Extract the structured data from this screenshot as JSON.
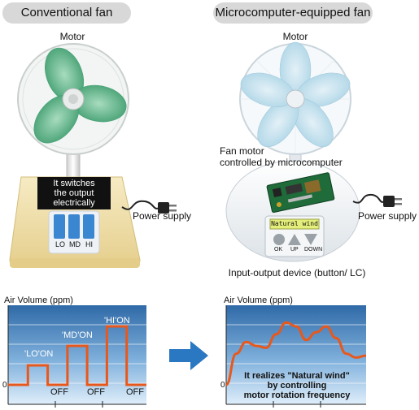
{
  "headers": {
    "left": "Conventional fan",
    "right": "Microcomputer-equipped fan"
  },
  "left_fan": {
    "motor_label": "Motor",
    "switch_text": [
      "It switches",
      "the output",
      "electrically"
    ],
    "buttons": [
      "LO",
      "MD",
      "HI"
    ],
    "power_label": "Power supply"
  },
  "right_fan": {
    "motor_label": "Motor",
    "controller_label": [
      "Fan motor",
      "controlled by microcomputer"
    ],
    "display_text": "Natural wind",
    "buttons": [
      "OK",
      "UP",
      "DOWN"
    ],
    "power_label": "Power supply",
    "device_label": "Input-output device (button/ LC)"
  },
  "colors": {
    "fan_green": "#5db98a",
    "fan_blue": "#a9d3e6",
    "base": "#f1dfa8",
    "chart_top": "#2f6aa7",
    "chart_bottom": "#cfe3f4",
    "line": "#e8581c",
    "arrow": "#2b78c2"
  },
  "chart_data": [
    {
      "type": "line",
      "ylabel": "Air Volume (ppm)",
      "zero_label": "0",
      "step": true,
      "x": [
        0,
        1,
        1,
        2,
        2,
        3,
        3,
        4,
        4,
        5,
        5,
        6,
        6,
        7
      ],
      "y": [
        0,
        0,
        1,
        1,
        0,
        0,
        2,
        2,
        0,
        0,
        3,
        3,
        0,
        0
      ],
      "on_labels": [
        "'LO'ON",
        "'MD'ON",
        "'HI'ON"
      ],
      "off_labels": [
        "OFF",
        "OFF",
        "OFF"
      ]
    },
    {
      "type": "line",
      "ylabel": "Air Volume (ppm)",
      "zero_label": "0",
      "x": [
        0,
        0.5,
        1,
        1.5,
        2,
        2.5,
        3,
        3.5,
        4,
        4.5,
        5,
        5.5,
        6,
        6.5,
        7
      ],
      "y": [
        0,
        1.6,
        2.2,
        2.0,
        1.9,
        2.6,
        3.2,
        3.0,
        2.3,
        2.7,
        3.0,
        2.4,
        1.6,
        1.4,
        1.5
      ],
      "annotation": [
        "It realizes \"Natural wind\"",
        "by controlling",
        "motor rotation frequency"
      ]
    }
  ]
}
